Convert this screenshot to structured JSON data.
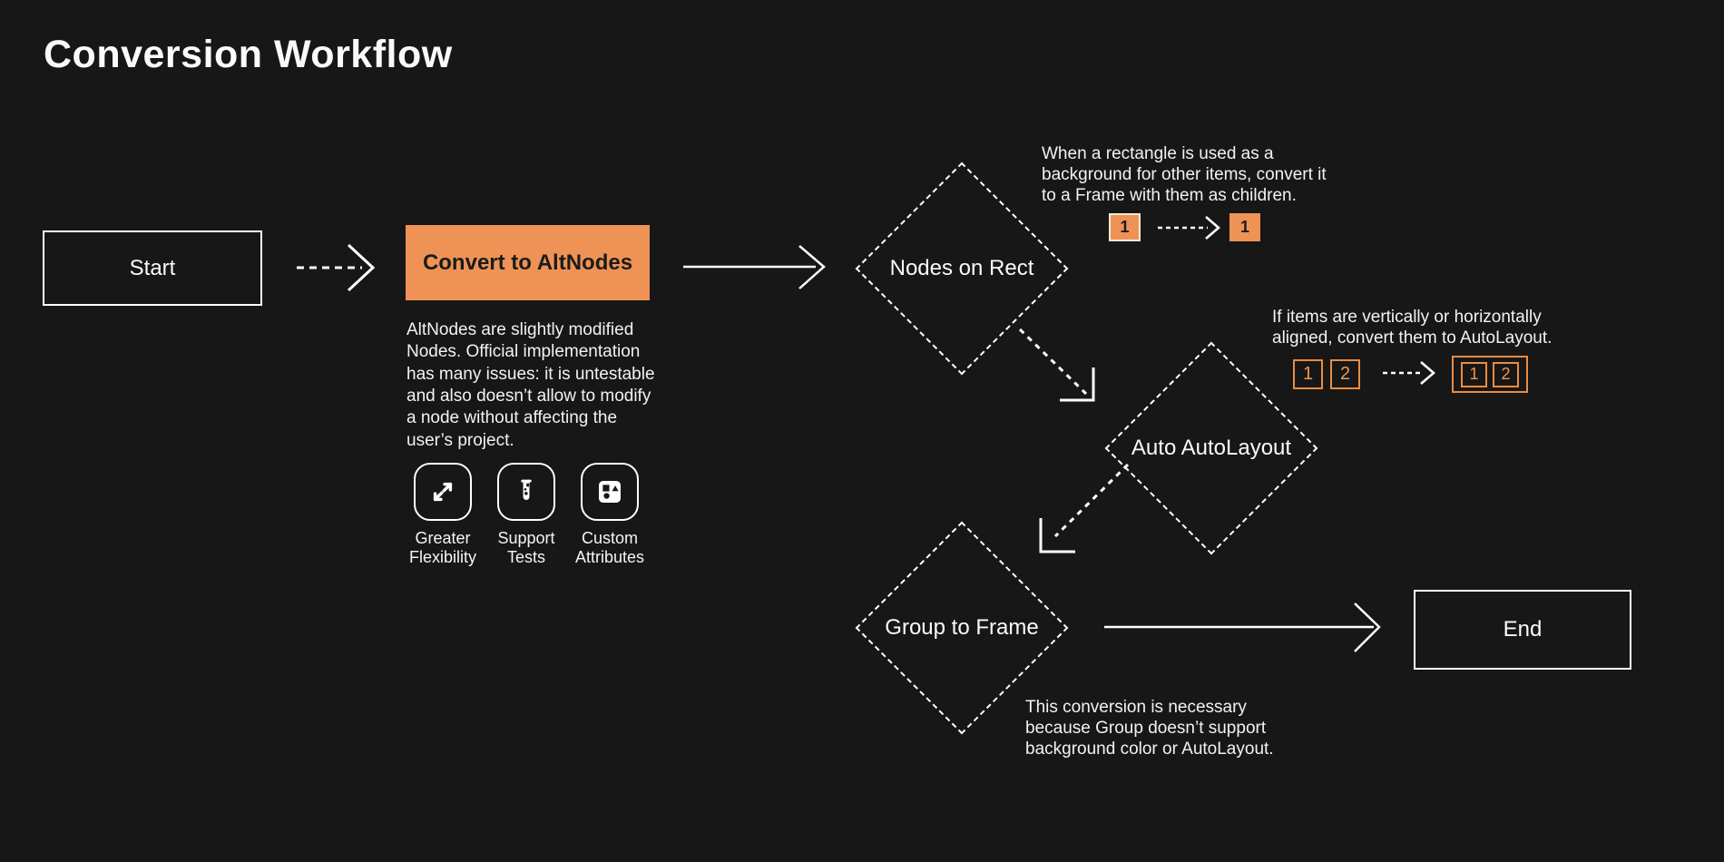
{
  "header": {
    "title": "Conversion Workflow"
  },
  "palette": {
    "background": "#171717",
    "foreground": "#FFFFFF",
    "accent_orange": "#EE9355",
    "orange_outline": "#EC8C3F",
    "orange_digit": "#EC9A4D"
  },
  "nodes": {
    "start": {
      "label": "Start"
    },
    "convert": {
      "label": "Convert to AltNodes",
      "description": "AltNodes are slightly modified Nodes. Official implementation has many issues: it is untestable and also doesn’t allow to modify a node without affecting the user’s project."
    },
    "features": [
      {
        "label": "Greater Flexibility",
        "icon": "expand-icon"
      },
      {
        "label": "Support Tests",
        "icon": "test-tube-icon"
      },
      {
        "label": "Custom Attributes",
        "icon": "shapes-icon"
      }
    ],
    "nodes_on_rect": {
      "label": "Nodes on Rect",
      "note": "When a rectangle is used as a background for other items, convert it to a Frame with them as children."
    },
    "auto_autolayout": {
      "label": "Auto AutoLayout",
      "note": "If items are vertically or horizontally aligned, convert them to AutoLayout."
    },
    "group_to_frame": {
      "label": "Group to Frame",
      "note": "This conversion is necessary because Group doesn’t support background color or AutoLayout."
    },
    "end": {
      "label": "End"
    }
  },
  "mini_diagrams": {
    "rect_to_frame": {
      "before_items": [
        "1"
      ],
      "after_items": [
        "1"
      ]
    },
    "auto_layout": {
      "before_items": [
        "1",
        "2"
      ],
      "after_items": [
        "1",
        "2"
      ]
    }
  }
}
